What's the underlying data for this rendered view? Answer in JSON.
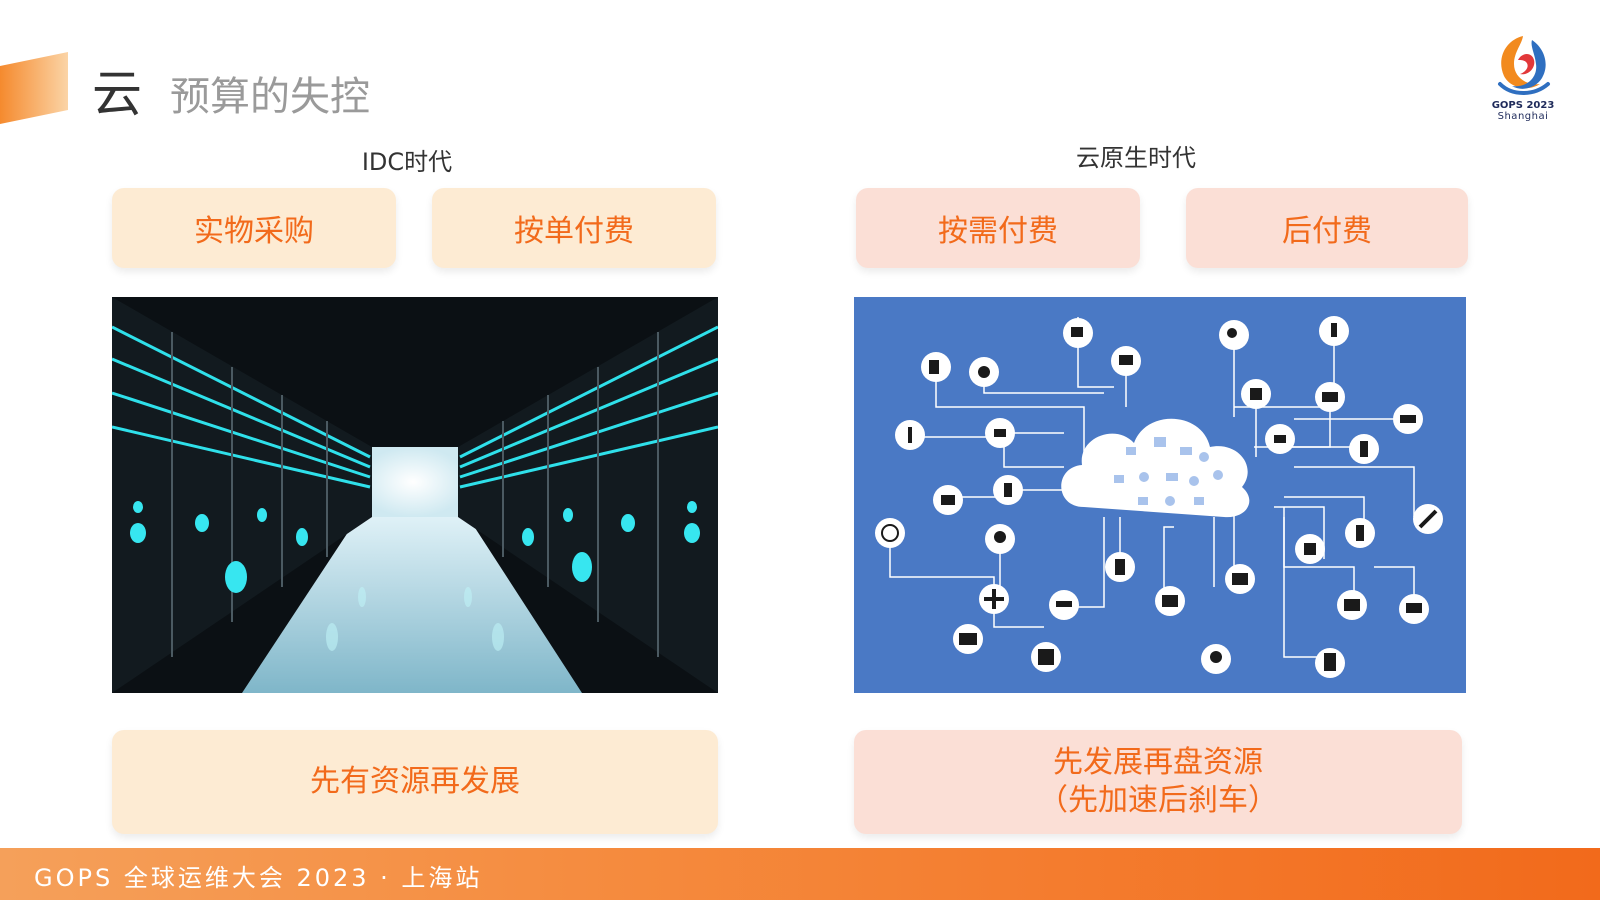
{
  "header": {
    "title_main": "云",
    "title_sub": "预算的失控"
  },
  "logo": {
    "year_text": "GOPS 2023",
    "city_text": "Shanghai"
  },
  "idc": {
    "heading": "IDC时代",
    "pill_left": "实物采购",
    "pill_right": "按单付费",
    "bottom": "先有资源再发展"
  },
  "cloud": {
    "heading": "云原生时代",
    "pill_left": "按需付费",
    "pill_right": "后付费",
    "bottom_line1": "先发展再盘资源",
    "bottom_line2": "（先加速后刹车）"
  },
  "footer": {
    "text": "GOPS 全球运维大会 2023 · 上海站"
  },
  "colors": {
    "accent": "#f26a1b",
    "pill_warm": "#fdebd3",
    "pill_pink": "#fbdfd6",
    "iot_blue": "#4a79c5"
  }
}
